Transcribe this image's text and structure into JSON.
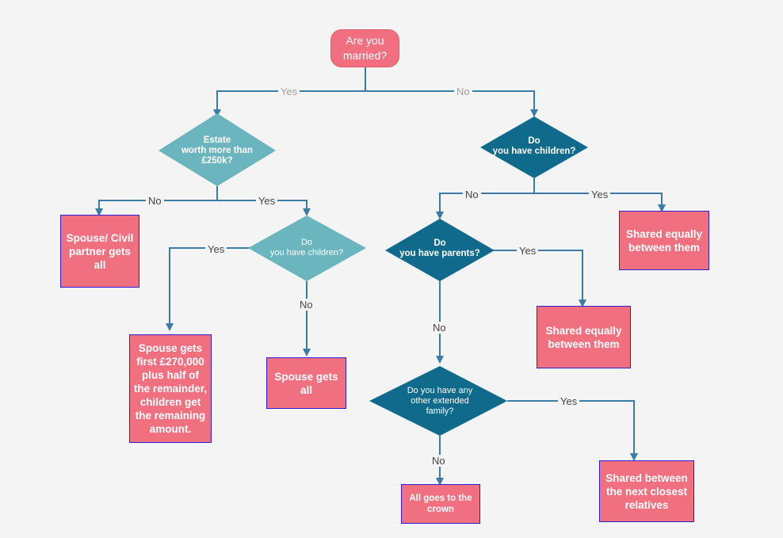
{
  "start": {
    "text": "Are you\nmarried?"
  },
  "decisions": {
    "estate": "Estate\nworth more  than\n£250k?",
    "married_children": "Do\nyou have  children?",
    "unmarried_children": "Do\nyou have  children?",
    "parents": "Do\nyou have  parents?",
    "extended": "Do you have any\nother extended\nfamily?"
  },
  "outcomes": {
    "spouse_civil_all": "Spouse/ Civil\npartner gets\nall",
    "spouse_first_270k": "Spouse gets\nfirst £270,000\nplus half of\nthe remainder,\nchildren get\nthe remaining\namount.",
    "spouse_all": "Spouse gets\nall",
    "shared_children": "Shared equally\nbetween them",
    "shared_parents": "Shared equally\nbetween them",
    "shared_relatives": "Shared between\nthe next closest\nrelatives",
    "crown": "All goes to the\ncrown"
  },
  "edge_labels": {
    "married_yes": "Yes",
    "married_no": "No",
    "estate_no": "No",
    "estate_yes": "Yes",
    "mchildren_yes": "Yes",
    "mchildren_no": "No",
    "uchildren_no": "No",
    "uchildren_yes": "Yes",
    "parents_yes": "Yes",
    "parents_no": "No",
    "extended_yes": "Yes",
    "extended_no": "No"
  },
  "colors": {
    "connector": "#3a7ca5",
    "diamond_light": "#6bb5bf",
    "diamond_dark": "#0f6a8c",
    "box_fill": "#f0707f",
    "box_border": "#2a1fd6",
    "start_fill": "#f26f7f"
  }
}
